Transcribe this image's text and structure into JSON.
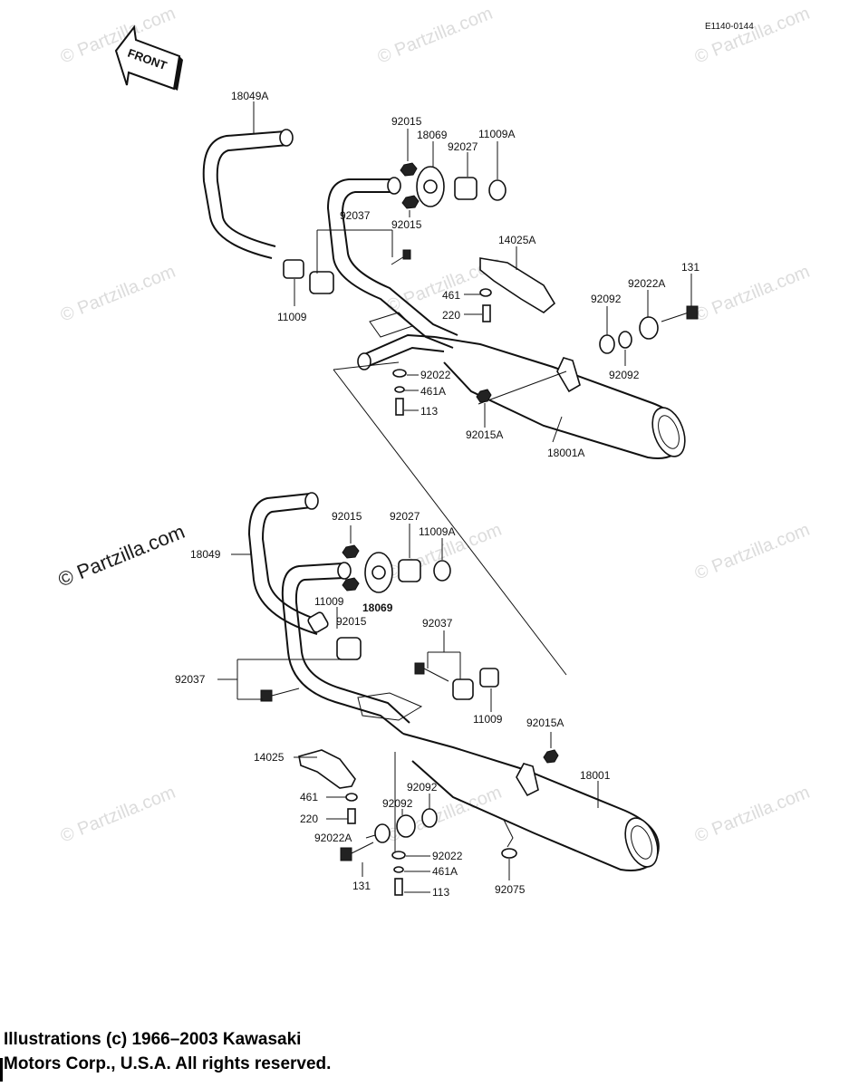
{
  "diagram_code": "E1140-0144",
  "front_label": "FRONT",
  "watermark_text": "© Partzilla.com",
  "upper_labels": {
    "l18049A": "18049A",
    "l92015_top": "92015",
    "l18069": "18069",
    "l92027": "92027",
    "l11009A": "11009A",
    "l92037": "92037",
    "l92015_b": "92015",
    "l14025A": "14025A",
    "l131": "131",
    "l92022A": "92022A",
    "l92092_a": "92092",
    "l461": "461",
    "l220": "220",
    "l11009": "11009",
    "l92092_b": "92092",
    "l92022": "92022",
    "l461A": "461A",
    "l113": "113",
    "l92015A": "92015A",
    "l18001A": "18001A"
  },
  "lower_labels": {
    "l92015": "92015",
    "l92027": "92027",
    "l11009A": "11009A",
    "l18049": "18049",
    "l11009_a": "11009",
    "l92015_b": "92015",
    "l18069": "18069",
    "l92037_r": "92037",
    "l92037_l": "92037",
    "l11009_b": "11009",
    "l92015A": "92015A",
    "l14025": "14025",
    "l18001": "18001",
    "l92092_a": "92092",
    "l461": "461",
    "l92092_b": "92092",
    "l220": "220",
    "l92022A": "92022A",
    "l92022": "92022",
    "l461A": "461A",
    "l131": "131",
    "l92075": "92075",
    "l113": "113"
  },
  "copyright": {
    "line1": "Illustrations (c) 1966–2003 Kawasaki",
    "line2": "Motors Corp., U.S.A.  All rights reserved."
  }
}
